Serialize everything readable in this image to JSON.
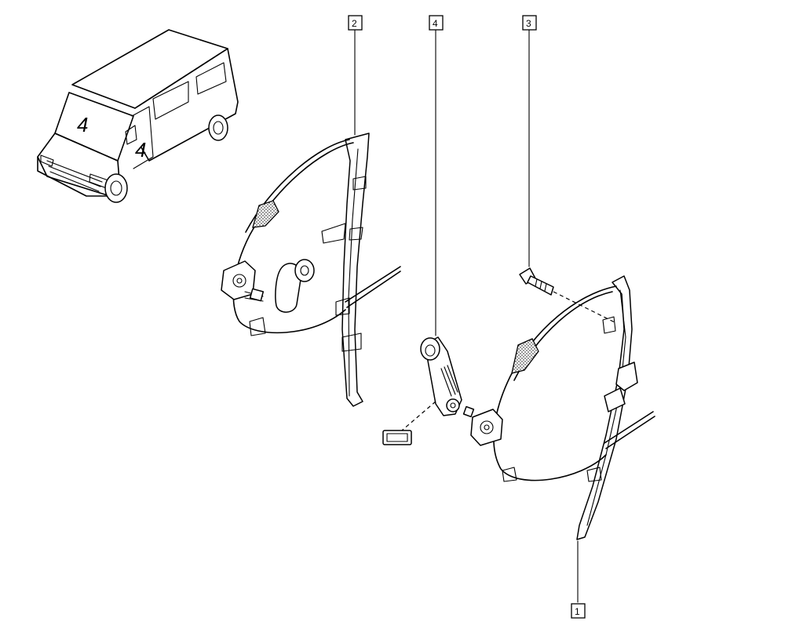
{
  "callouts": [
    {
      "id": "1",
      "label": "1"
    },
    {
      "id": "2",
      "label": "2"
    },
    {
      "id": "3",
      "label": "3"
    },
    {
      "id": "4",
      "label": "4"
    }
  ],
  "van_door_marks": [
    "4",
    "4"
  ]
}
